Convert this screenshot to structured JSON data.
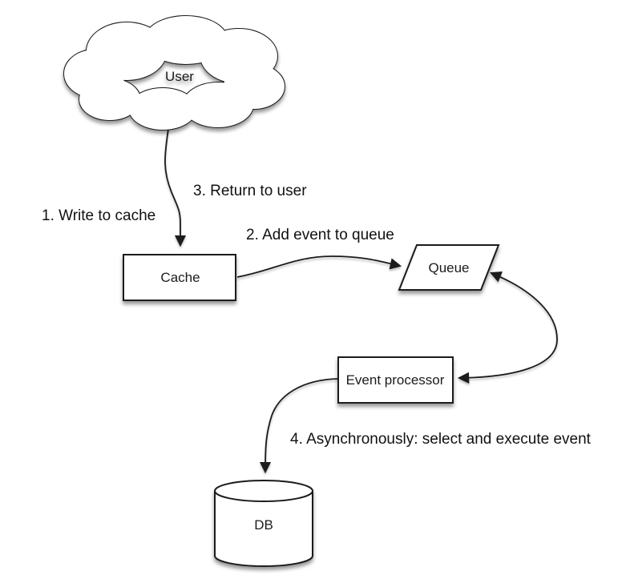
{
  "diagram": {
    "type": "flow-diagram",
    "background": "#ffffff",
    "colors": {
      "shape_fill": "#ffffff",
      "shape_stroke": "#1a1a1a",
      "text": "#111111"
    },
    "nodes": {
      "user": {
        "label": "User",
        "shape": "cloud"
      },
      "cache": {
        "label": "Cache",
        "shape": "rectangle"
      },
      "queue": {
        "label": "Queue",
        "shape": "parallelogram"
      },
      "event_processor": {
        "label": "Event processor",
        "shape": "rectangle"
      },
      "db": {
        "label": "DB",
        "shape": "cylinder"
      }
    },
    "edges": [
      {
        "from": "user",
        "to": "cache",
        "label": "1. Write to cache"
      },
      {
        "from": "cache",
        "to": "queue",
        "label": "2. Add event to queue"
      },
      {
        "from": "cache",
        "to": "user",
        "label": "3. Return to user"
      },
      {
        "from": "queue",
        "to": "event_processor",
        "bidirectional": true,
        "label": ""
      },
      {
        "from": "event_processor",
        "to": "db",
        "label": "4. Asynchronously: select and execute event"
      }
    ]
  }
}
